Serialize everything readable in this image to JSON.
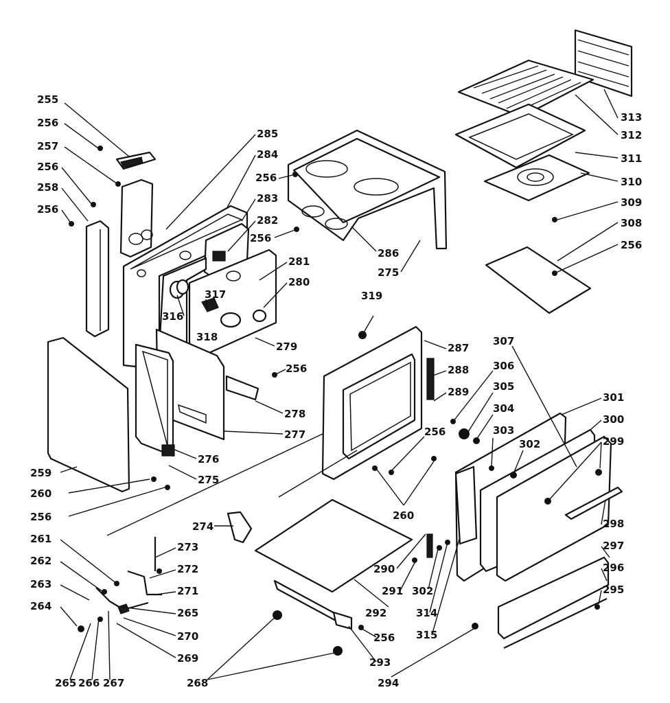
{
  "diagram_title": "",
  "colors": {
    "ink": "#111111",
    "paper": "#ffffff"
  },
  "callouts": [
    "255",
    "256",
    "257",
    "256",
    "258",
    "256",
    "285",
    "284",
    "283",
    "282",
    "281",
    "280",
    "256",
    "256",
    "286",
    "275",
    "313",
    "312",
    "311",
    "310",
    "309",
    "308",
    "256",
    "316",
    "317",
    "318",
    "279",
    "256",
    "278",
    "277",
    "276",
    "275",
    "259",
    "260",
    "256",
    "319",
    "287",
    "288",
    "289",
    "256",
    "260",
    "307",
    "306",
    "305",
    "304",
    "303",
    "302",
    "301",
    "300",
    "299",
    "298",
    "297",
    "296",
    "295",
    "274",
    "273",
    "272",
    "271",
    "265",
    "270",
    "269",
    "261",
    "262",
    "263",
    "264",
    "265",
    "266",
    "267",
    "268",
    "290",
    "291",
    "302",
    "314",
    "315",
    "292",
    "293",
    "256",
    "294"
  ]
}
